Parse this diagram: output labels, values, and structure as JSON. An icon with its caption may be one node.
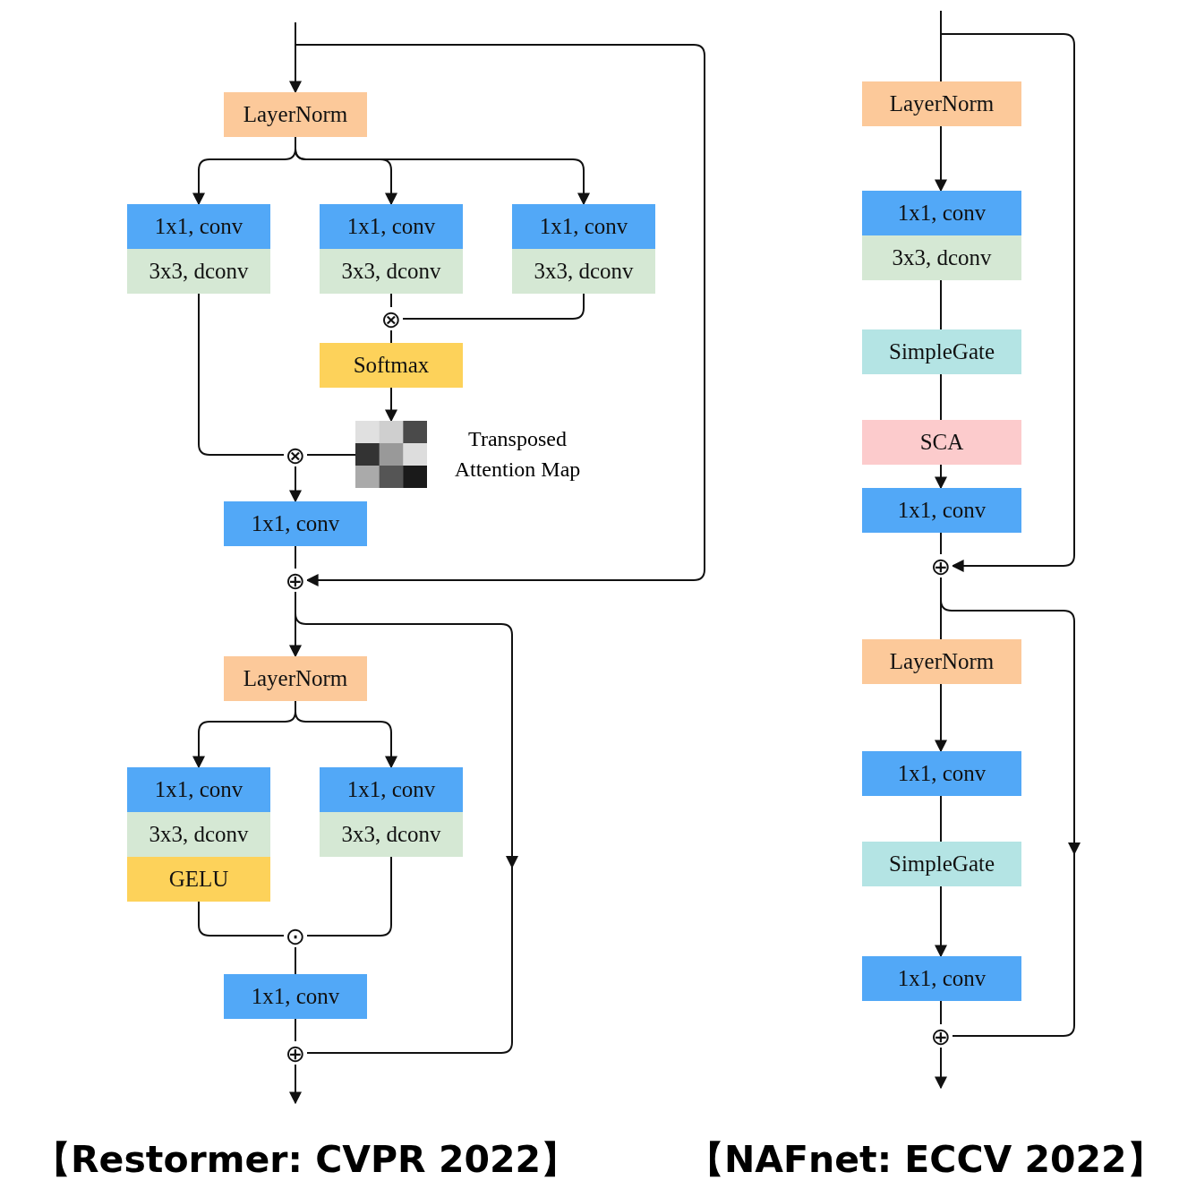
{
  "diagram": {
    "nodes": [
      {
        "text": [
          "LayerNorm"
        ]
      },
      {
        "text": [
          "1x1, conv"
        ]
      },
      {
        "text": [
          "3x3, dconv"
        ]
      },
      {
        "text": [
          "1x1, conv"
        ]
      },
      {
        "text": [
          "3x3, dconv"
        ]
      },
      {
        "text": [
          "1x1, conv"
        ]
      },
      {
        "text": [
          "3x3, dconv"
        ]
      },
      {
        "text": [
          "⊗"
        ]
      },
      {
        "text": [
          "Softmax"
        ]
      },
      {
        "text": [],
        "shape": "grid",
        "beside": [
          "Transposed Attention Map"
        ]
      },
      {
        "text": [
          "⊗"
        ]
      },
      {
        "text": [
          "1x1, conv"
        ]
      },
      {
        "text": [
          "⊕"
        ]
      },
      {
        "text": [
          "LayerNorm"
        ]
      },
      {
        "text": [
          "1x1, conv"
        ]
      },
      {
        "text": [
          "3x3, dconv"
        ]
      },
      {
        "text": [
          "GELU"
        ]
      },
      {
        "text": [
          "1x1, conv"
        ]
      },
      {
        "text": [
          "3x3, dconv"
        ]
      },
      {
        "text": [
          "⊙"
        ]
      },
      {
        "text": [
          "1x1, conv"
        ]
      },
      {
        "text": [
          "⊕"
        ]
      },
      {
        "text": [
          "LayerNorm"
        ]
      },
      {
        "text": [
          "1x1, conv"
        ]
      },
      {
        "text": [
          "3x3, dconv"
        ]
      },
      {
        "text": [
          "SimpleGate"
        ]
      },
      {
        "text": [
          "SCA"
        ]
      },
      {
        "text": [
          "1x1, conv"
        ]
      },
      {
        "text": [
          "⊕"
        ]
      },
      {
        "text": [
          "LayerNorm"
        ]
      },
      {
        "text": [
          "1x1, conv"
        ]
      },
      {
        "text": [
          "SimpleGate"
        ]
      },
      {
        "text": [
          "1x1, conv"
        ]
      },
      {
        "text": [
          "⊕"
        ]
      }
    ],
    "edges": [
      {
        "from": null,
        "to": 0,
        "arrow": "to"
      },
      {
        "from": null,
        "to": 12,
        "arrow": "to"
      },
      {
        "from": 0,
        "to": 1,
        "arrow": "to"
      },
      {
        "from": 0,
        "to": 3,
        "arrow": "to"
      },
      {
        "from": 0,
        "to": 5,
        "arrow": "to"
      },
      {
        "from": 4,
        "to": 7,
        "arrow": "none"
      },
      {
        "from": 6,
        "to": 7,
        "arrow": "none"
      },
      {
        "from": 7,
        "to": 8,
        "arrow": "none"
      },
      {
        "from": 8,
        "to": 9,
        "arrow": "to"
      },
      {
        "from": 2,
        "to": 10,
        "arrow": "none"
      },
      {
        "from": 9,
        "to": 10,
        "arrow": "none"
      },
      {
        "from": 10,
        "to": 11,
        "arrow": "to"
      },
      {
        "from": 11,
        "to": 12,
        "arrow": "none"
      },
      {
        "from": 12,
        "to": 13,
        "arrow": "to"
      },
      {
        "from": 12,
        "to": 21,
        "arrow": "to"
      },
      {
        "from": 13,
        "to": 14,
        "arrow": "to"
      },
      {
        "from": 13,
        "to": 17,
        "arrow": "to"
      },
      {
        "from": 16,
        "to": 19,
        "arrow": "none"
      },
      {
        "from": 18,
        "to": 19,
        "arrow": "none"
      },
      {
        "from": 19,
        "to": 20,
        "arrow": "none"
      },
      {
        "from": 20,
        "to": 21,
        "arrow": "none"
      },
      {
        "from": 21,
        "to": null,
        "arrow": "to"
      },
      {
        "from": null,
        "to": 22,
        "arrow": "none"
      },
      {
        "from": null,
        "to": 28,
        "arrow": "to"
      },
      {
        "from": 22,
        "to": 23,
        "arrow": "to"
      },
      {
        "from": 24,
        "to": 25,
        "arrow": "none"
      },
      {
        "from": 25,
        "to": 26,
        "arrow": "none"
      },
      {
        "from": 26,
        "to": 27,
        "arrow": "to"
      },
      {
        "from": 27,
        "to": 28,
        "arrow": "none"
      },
      {
        "from": 28,
        "to": 29,
        "arrow": "none"
      },
      {
        "from": 28,
        "to": 33,
        "arrow": "to"
      },
      {
        "from": 29,
        "to": 30,
        "arrow": "to"
      },
      {
        "from": 30,
        "to": 31,
        "arrow": "none"
      },
      {
        "from": 31,
        "to": 32,
        "arrow": "to"
      },
      {
        "from": 32,
        "to": 33,
        "arrow": "none"
      },
      {
        "from": 33,
        "to": null,
        "arrow": "to"
      }
    ],
    "labels": [
      "【Restormer: CVPR 2022】",
      "【NAFnet: ECCV 2022】"
    ]
  }
}
